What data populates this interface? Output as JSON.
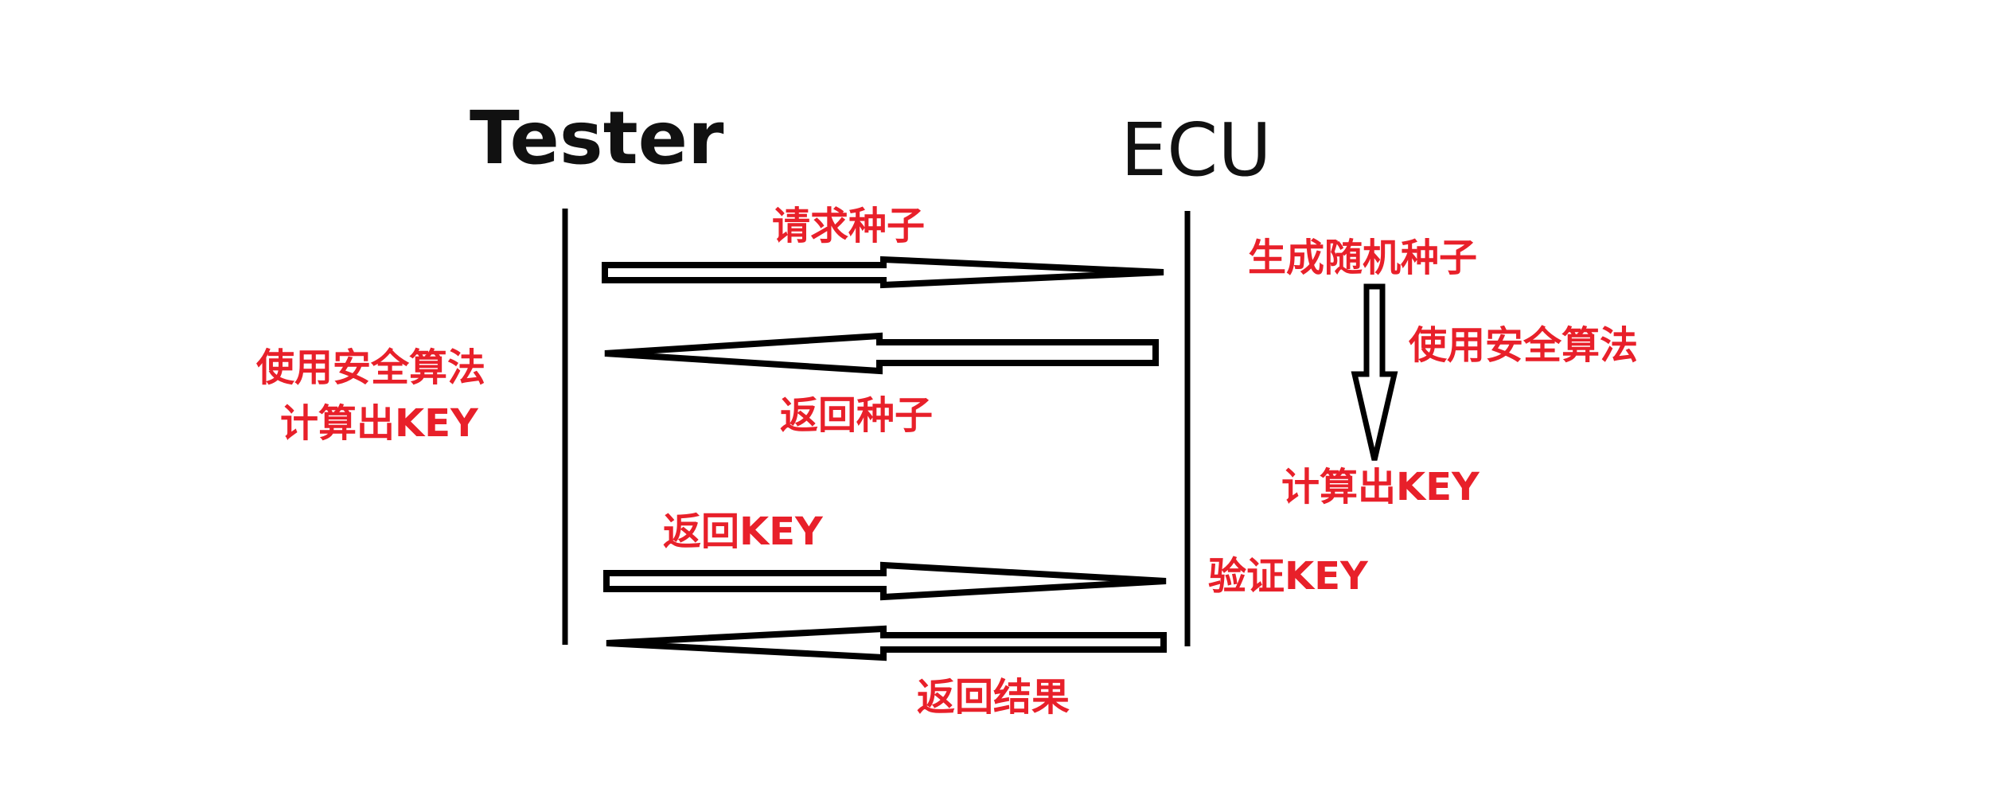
{
  "actors": {
    "tester": "Tester",
    "ecu": "ECU"
  },
  "messages": {
    "request_seed": "请求种子",
    "return_seed": "返回种子",
    "return_key": "返回KEY",
    "return_result": "返回结果"
  },
  "tester_side": {
    "line1": "使用安全算法",
    "line2": "计算出KEY"
  },
  "ecu_side": {
    "generate_seed": "生成随机种子",
    "use_algorithm": "使用安全算法",
    "compute_key": "计算出KEY",
    "verify_key": "验证KEY"
  },
  "colors": {
    "label": "#e8202a",
    "line": "#000000",
    "background": "#ffffff"
  }
}
